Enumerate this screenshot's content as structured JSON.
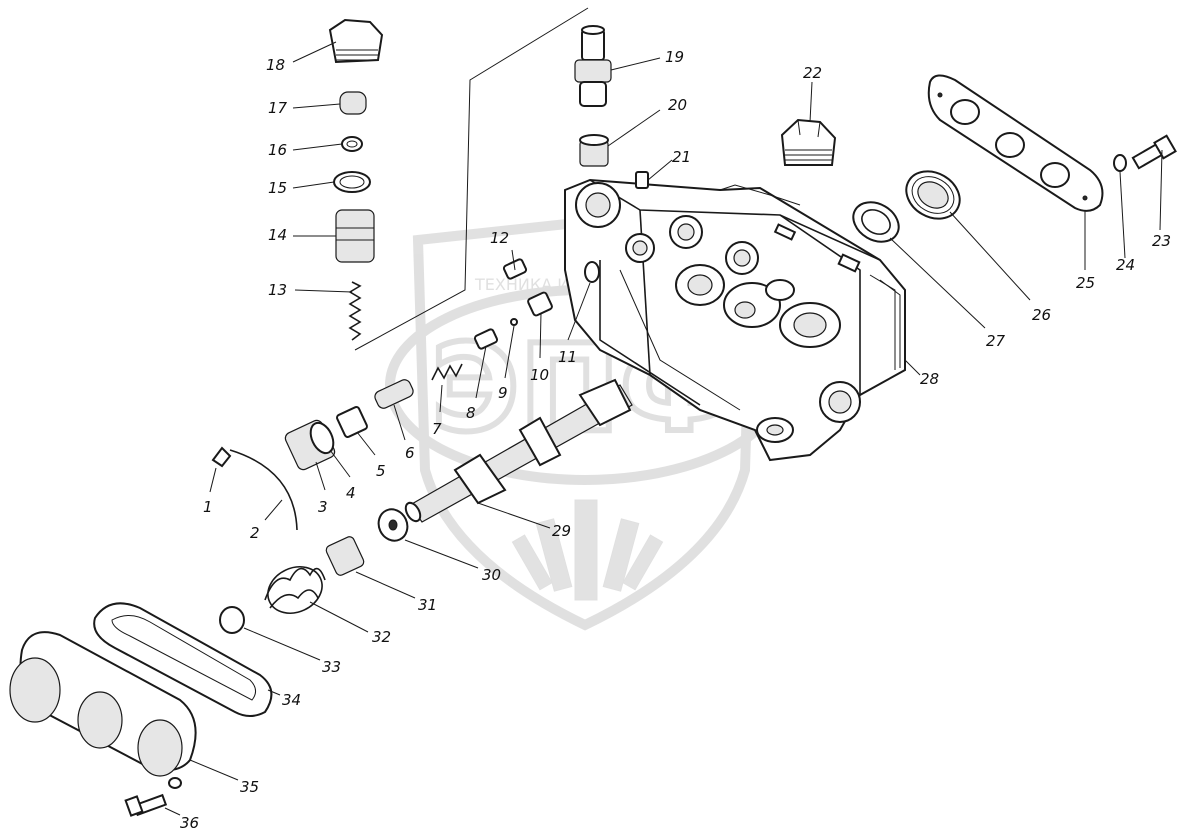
{
  "watermark": {
    "text": "ТЕХНИКА И ЗАПЧАСТИ",
    "logo_letters": "ЭПФ",
    "color": "#cfcfcf"
  },
  "callouts": [
    "1",
    "2",
    "3",
    "4",
    "5",
    "6",
    "7",
    "8",
    "9",
    "10",
    "11",
    "12",
    "13",
    "14",
    "15",
    "16",
    "17",
    "18",
    "19",
    "20",
    "21",
    "22",
    "23",
    "24",
    "25",
    "26",
    "27",
    "28",
    "29",
    "30",
    "31",
    "32",
    "33",
    "34",
    "35",
    "36"
  ]
}
